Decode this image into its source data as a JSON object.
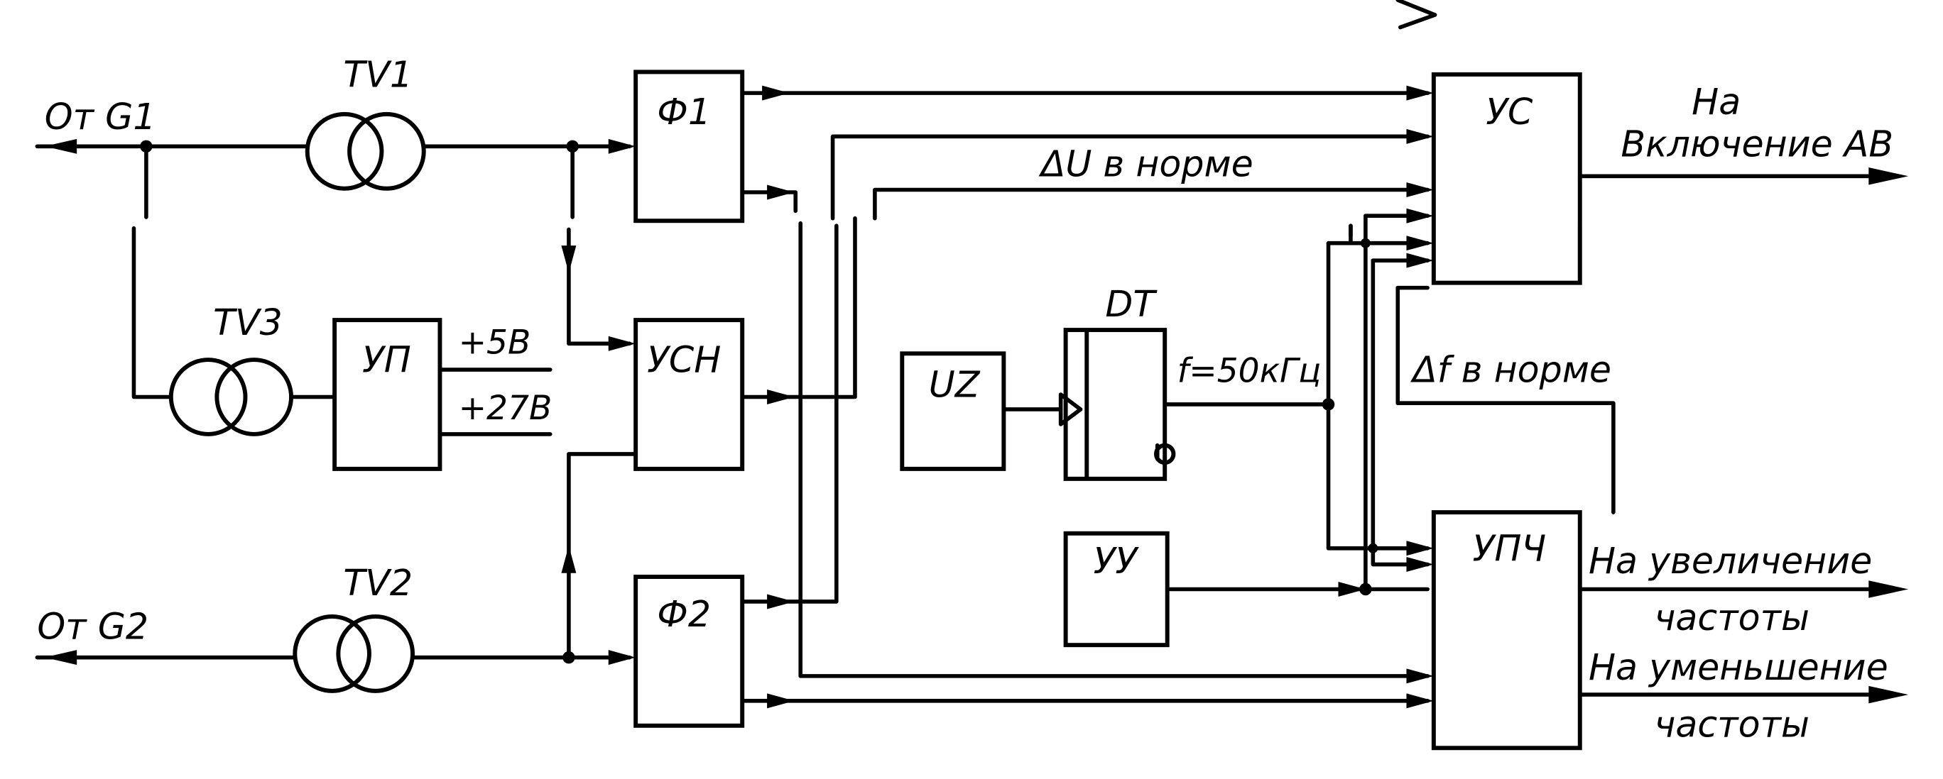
{
  "inputs": {
    "g1": "От G1",
    "g2": "От G2"
  },
  "transformers": {
    "tv1": "TV1",
    "tv2": "TV2",
    "tv3": "TV3"
  },
  "blocks": {
    "f1": "Ф1",
    "f2": "Ф2",
    "ucn": "УСН",
    "up": "УП",
    "uz": "UZ",
    "dt": "DT",
    "uu": "УУ",
    "us": "УС",
    "upch": "УПЧ"
  },
  "supply": {
    "v5": "+5В",
    "v27": "+27В"
  },
  "signals": {
    "du_norm": "ΔU в норме",
    "df_norm": "Δf в норме",
    "freq": "f=50кГц"
  },
  "outputs": {
    "av_line1": "На",
    "av_line2": "Включение АВ",
    "inc_line1": "На увеличение",
    "inc_line2": "частоты",
    "dec_line1": "На уменьшение",
    "dec_line2": "частоты"
  }
}
